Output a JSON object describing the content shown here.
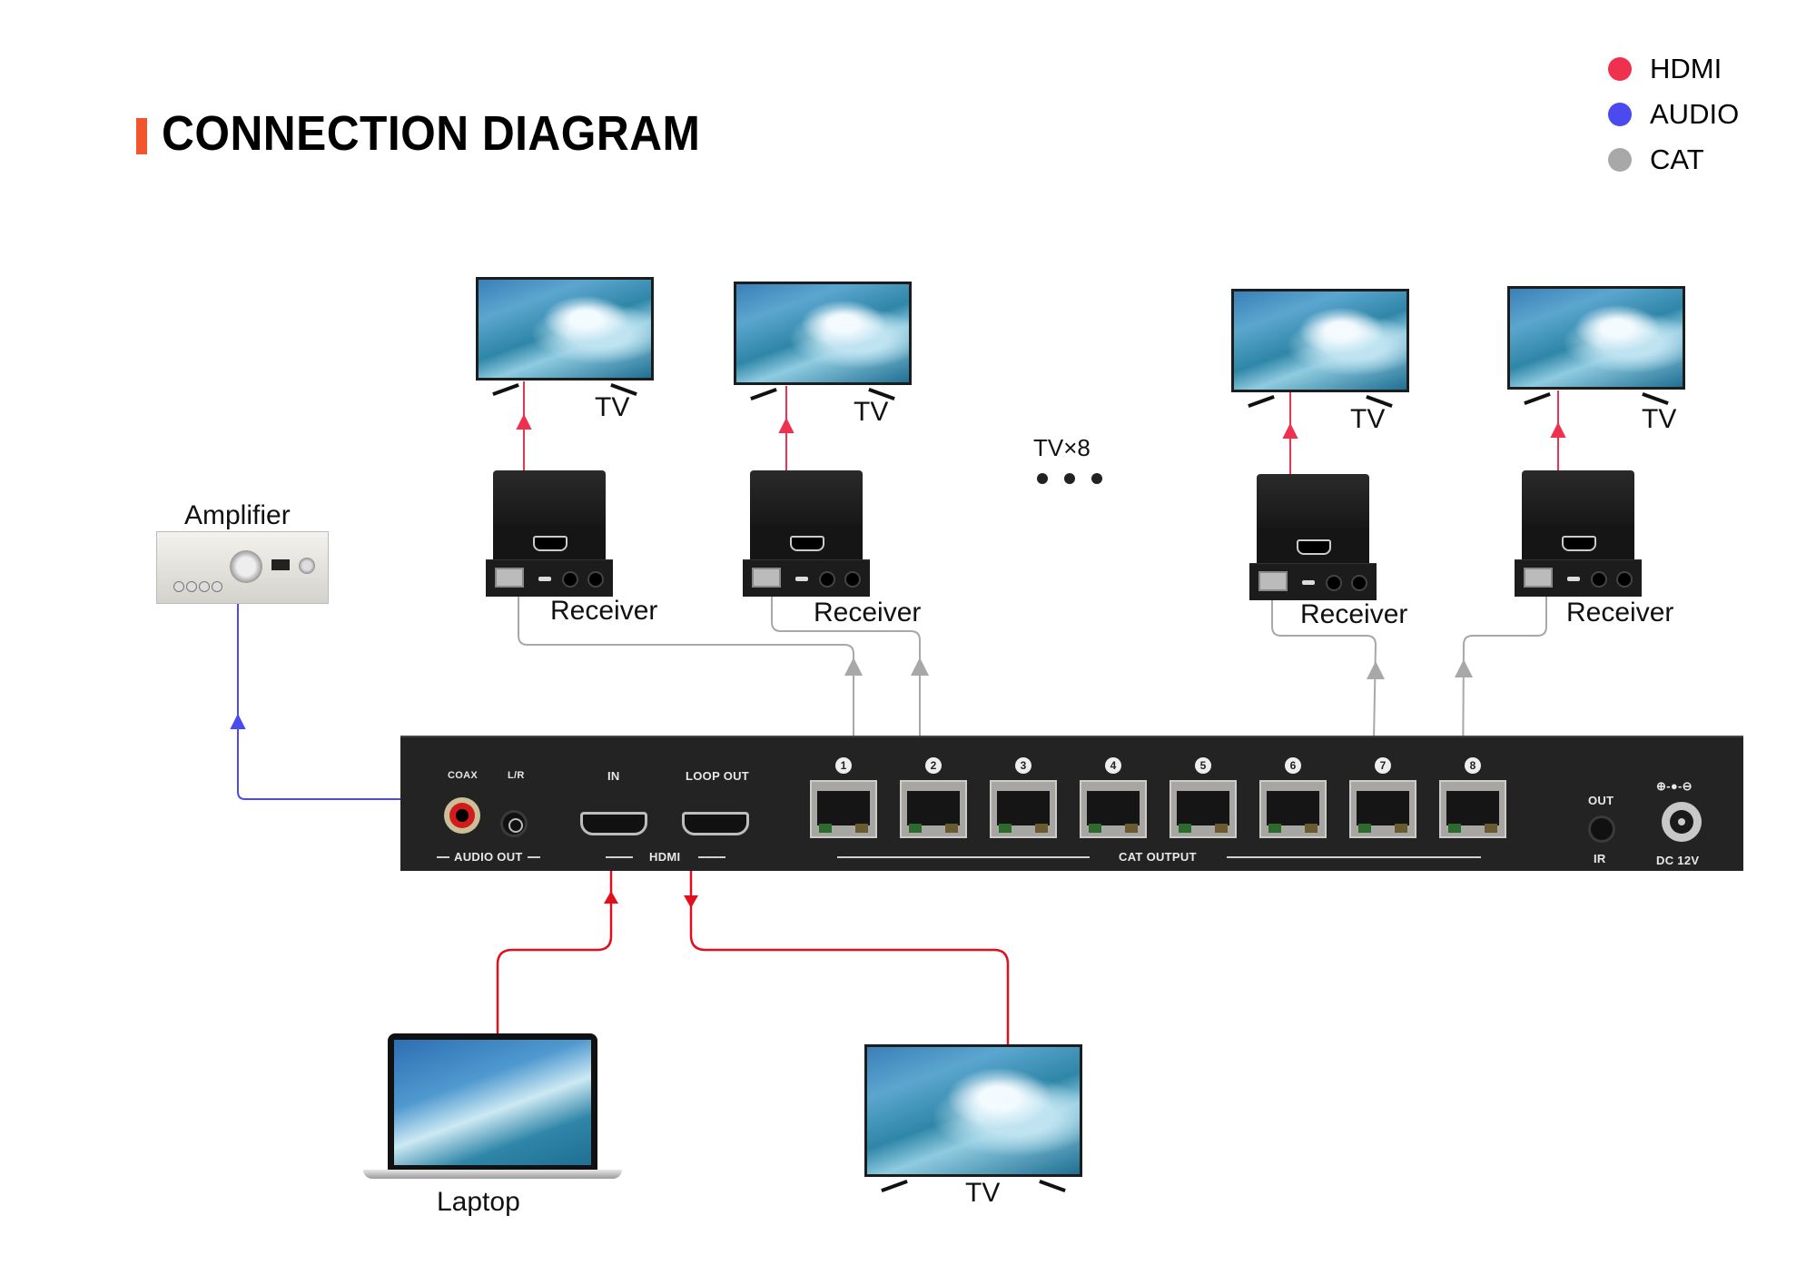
{
  "title": "CONNECTION DIAGRAM",
  "accent_color": "#f2542d",
  "legend": [
    {
      "label": "HDMI",
      "color": "#f0304f"
    },
    {
      "label": "AUDIO",
      "color": "#4a4af0"
    },
    {
      "label": "CAT",
      "color": "#a8a8a8"
    }
  ],
  "devices": {
    "amplifier": "Amplifier",
    "laptop": "Laptop",
    "loop_tv": "TV",
    "tv_count": "TV×8",
    "remote_tvs": [
      "TV",
      "TV",
      "TV",
      "TV"
    ],
    "receivers": [
      "Receiver",
      "Receiver",
      "Receiver",
      "Receiver"
    ]
  },
  "panel": {
    "audio": {
      "coax": "COAX",
      "lr": "L/R",
      "group": "AUDIO OUT"
    },
    "hdmi": {
      "in": "IN",
      "loop_out": "LOOP OUT",
      "group": "HDMI"
    },
    "cat": {
      "ports": [
        "1",
        "2",
        "3",
        "4",
        "5",
        "6",
        "7",
        "8"
      ],
      "group": "CAT OUTPUT"
    },
    "ir": {
      "top": "OUT",
      "bottom": "IR"
    },
    "power": {
      "polarity": "⊕-●-⊖",
      "label": "DC 12V"
    }
  }
}
